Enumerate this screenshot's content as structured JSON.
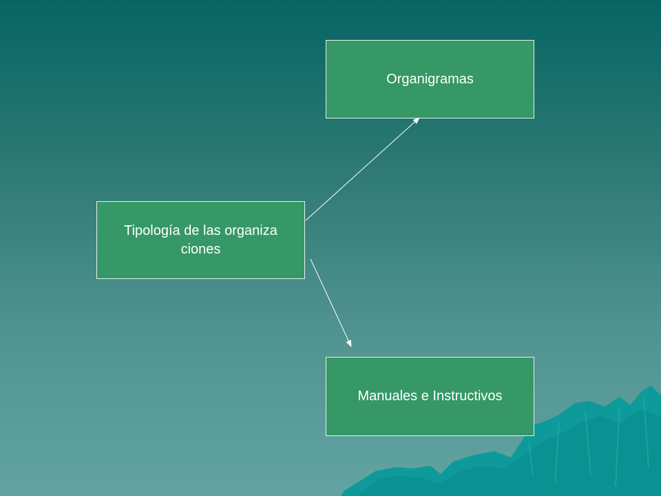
{
  "diagram": {
    "root": {
      "label": "Tipología de las organiza ciones"
    },
    "children": [
      {
        "label": "Organigramas"
      },
      {
        "label": "Manuales e Instructivos"
      }
    ]
  },
  "colors": {
    "box_fill": "#359866",
    "box_border": "#e8f2ee",
    "arrow": "#ffffff",
    "background_top": "#066563",
    "background_bottom": "#62a4a1",
    "mountains": "#0e9a9a"
  }
}
